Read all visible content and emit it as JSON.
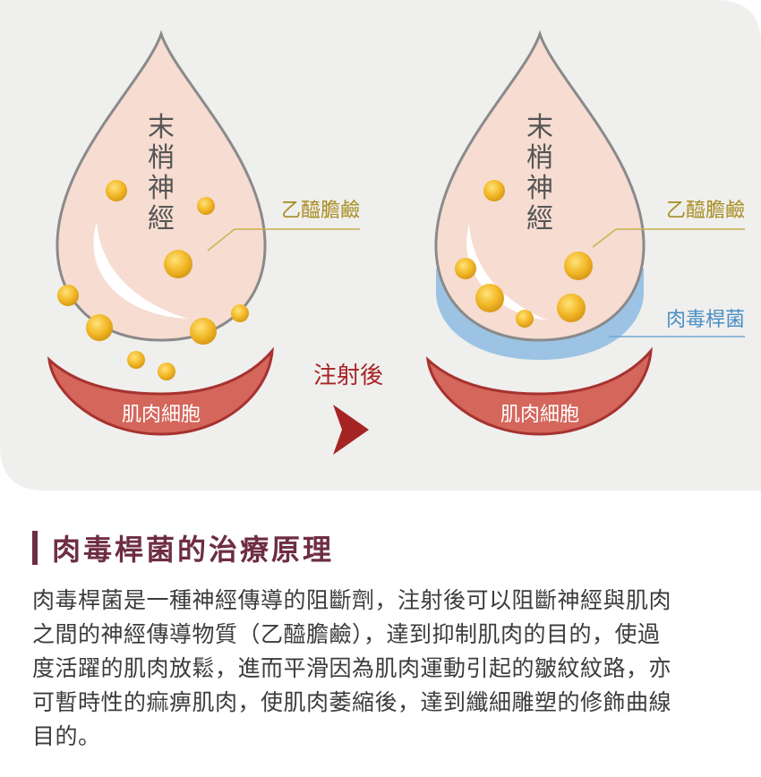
{
  "diagram": {
    "before": {
      "nerve_label": [
        "末",
        "梢",
        "神",
        "經"
      ],
      "ach_label": "乙醯膽鹼",
      "muscle_label": "肌肉細胞"
    },
    "arrow_label": "注射後",
    "after": {
      "nerve_label": [
        "末",
        "梢",
        "神",
        "經"
      ],
      "ach_label": "乙醯膽鹼",
      "botox_label": "肉毒桿菌",
      "muscle_label": "肌肉細胞"
    },
    "colors": {
      "panel_bg": "#efefee",
      "drop_fill": "#f6dcd1",
      "drop_stroke": "#8a8a8a",
      "ach_gold": "#f2b928",
      "label_gold": "#a88d1f",
      "muscle_red": "#d4665b",
      "muscle_dark": "#a7322f",
      "botox_blue": "#9cc3e3",
      "botox_label": "#4a8fc4",
      "arrow_red": "#a62424"
    }
  },
  "section": {
    "title": "肉毒桿菌的治療原理",
    "body_lines": [
      "肉毒桿菌是一種神經傳導的阻斷劑，注射後可以阻斷神經與肌肉",
      "之間的神經傳導物質（乙醯膽鹼），達到抑制肌肉的目的，使過",
      "度活躍的肌肉放鬆，進而平滑因為肌肉運動引起的皺紋紋路，亦",
      "可暫時性的痲痹肌肉，使肌肉萎縮後，達到纖細雕塑的修飾曲線",
      "目的。"
    ]
  }
}
